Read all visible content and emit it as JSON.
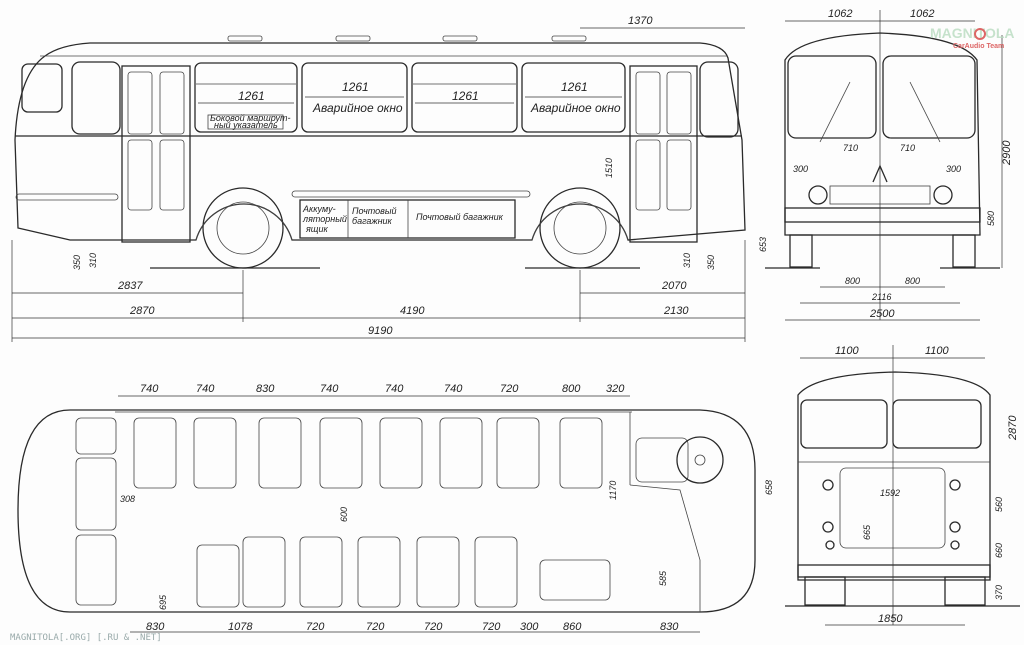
{
  "side_view": {
    "top_dim": "1370",
    "window_widths": [
      "1261",
      "1261",
      "1261",
      "1261"
    ],
    "emergency_windows": [
      "Аварийное окно",
      "Аварийное окно"
    ],
    "route_sign": [
      "Боковой маршрут-",
      "ный указатель"
    ],
    "battery_box": [
      "Аккуму-",
      "ляторный",
      "ящик"
    ],
    "mail_box_small": [
      "Почтовый",
      "багажник"
    ],
    "mail_box_large": "Почтовый багажник",
    "height_1510": "1510",
    "left_heights": [
      "350",
      "310"
    ],
    "right_heights": [
      "310",
      "350"
    ],
    "row1": [
      "2837",
      "2070"
    ],
    "row2": [
      "2870",
      "4190",
      "2130"
    ],
    "overall_length": "9190"
  },
  "front_view": {
    "top": [
      "1062",
      "1062"
    ],
    "height": "2900",
    "wiper": [
      "710",
      "710"
    ],
    "lights": [
      "300",
      "300"
    ],
    "bumper_height": "580",
    "clearance": "653",
    "track": [
      "800",
      "800"
    ],
    "track_total": "2116",
    "width": "2500"
  },
  "plan_view": {
    "top_dims": [
      "740",
      "740",
      "830",
      "740",
      "740",
      "740",
      "720",
      "800",
      "320"
    ],
    "bottom_dims": [
      "830",
      "1078",
      "720",
      "720",
      "720",
      "720",
      "300",
      "860",
      "830"
    ],
    "aisle_308": "308",
    "aisle_600": "600",
    "dim_1170": "1170",
    "dim_658": "658",
    "dim_695": "695",
    "dim_585": "585"
  },
  "rear_view": {
    "top": [
      "1100",
      "1100"
    ],
    "height": "2870",
    "plate_width": "1592",
    "right": [
      "560",
      "660",
      "370"
    ],
    "dim_665": "665",
    "track": "1850"
  },
  "watermark": "MAGNITOLA[.ORG] [.RU & .NET]",
  "logo": {
    "name": "MAGNITOLA",
    "sub": "CarAudio Team"
  }
}
